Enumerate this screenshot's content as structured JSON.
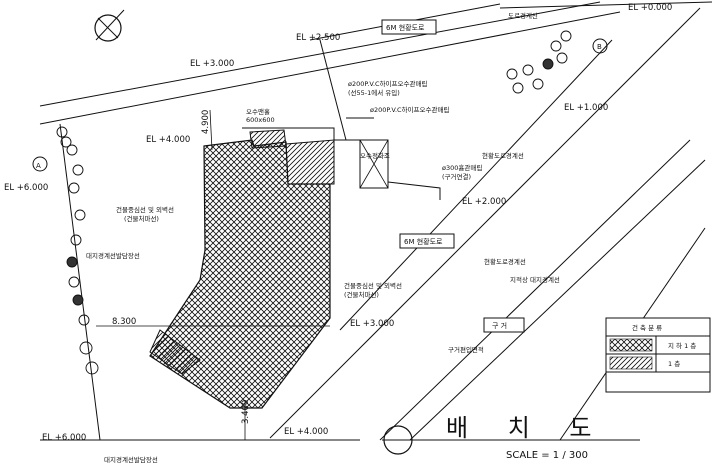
{
  "title": "배 치 도",
  "scale": "SCALE = 1 / 300",
  "roads": {
    "road_6m_top": "6M 현황도로",
    "road_6m_mid": "6M 현황도로",
    "ditch": "구 거",
    "ditch_note": "구거편입면적"
  },
  "elevations": {
    "el_top_right": "EL +0.000",
    "el_top_mid": "EL +2.500",
    "el_upper_left": "EL +3.000",
    "el_right_1": "EL +1.000",
    "el_building": "EL +4.000",
    "el_left": "EL +6.000",
    "el_mid_right": "EL +2.000",
    "el_lower_mid": "EL +3.000",
    "el_bottom_left": "EL +6.000",
    "el_bottom_mid": "EL +4.000"
  },
  "dimensions": {
    "dim_4900": "4.900",
    "dim_8300": "8.300",
    "dim_3400": "3.400"
  },
  "annotations": {
    "sewer_box": "오수맨홀",
    "sewer_box_size": "600x600",
    "pipe_1_line1": "ø200P.V.C하이프오수관매립",
    "pipe_1_line2": "(선55-1에서 유입)",
    "pipe_2": "ø200P.V.C하이프오수관매립",
    "septic": "오수정화조",
    "pipe_3_line1": "ø300흄관매립",
    "pipe_3_line2": "(구거연결)",
    "road_boundary_right": "현황도로경계선",
    "bldg_line_top_1": "건물중심선 및 외벽선",
    "bldg_line_top_2": "(건물처마선)",
    "bldg_line_bot_1": "건물중심선 및 외벽선",
    "bldg_line_bot_2": "(건물처마선)",
    "site_boundary_left": "대지경계선발담장선",
    "site_boundary_bottom": "대지경계선발담장선",
    "road_boundary_top": "도로경계선",
    "road_boundary_mid": "현황도로경계선",
    "site_boundary_mid": "지적상 대지경계선",
    "marker_a": "A",
    "marker_b": "B"
  },
  "legend": {
    "header": "건 축 분 류",
    "rows": [
      {
        "label": "지 하 1 층"
      },
      {
        "label": "1 층"
      }
    ]
  }
}
